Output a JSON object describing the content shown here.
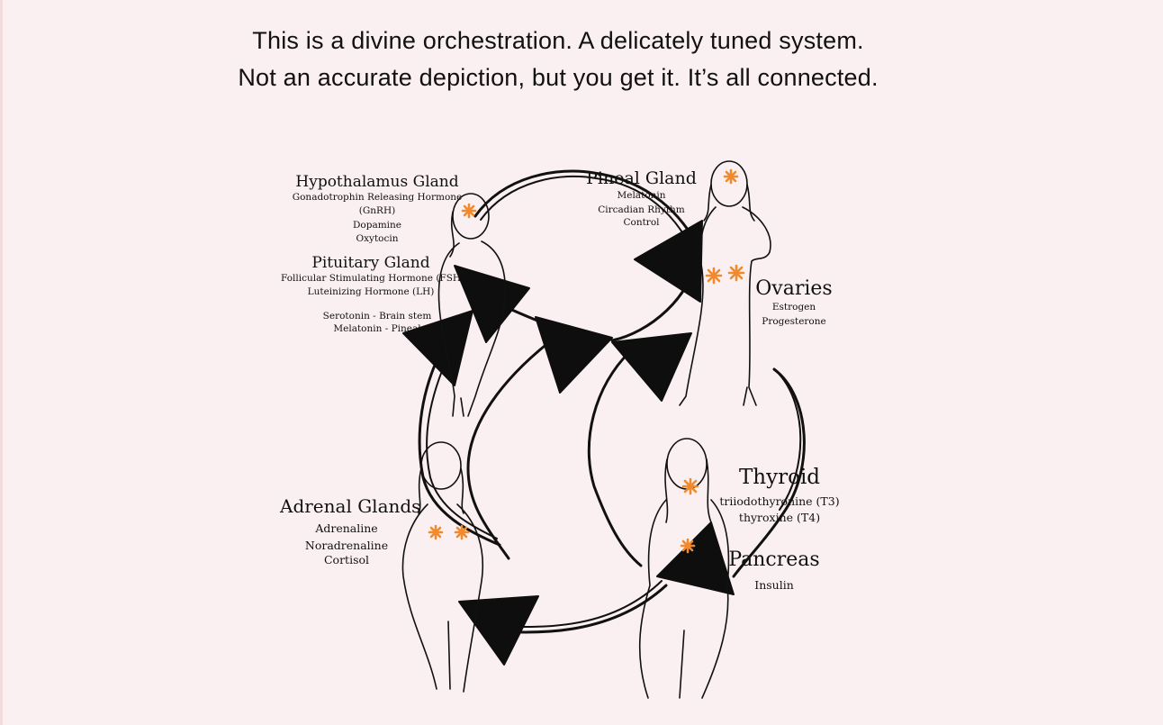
{
  "heading": {
    "line1": "This is a divine orchestration. A delicately tuned system.",
    "line2": "Not an accurate depiction, but you get it. It’s all connected."
  },
  "glands": {
    "hypothalamus": {
      "title": "Hypothalamus Gland",
      "items": [
        "Gonadotrophin Releasing Hormone",
        "(GnRH)",
        "Dopamine",
        "Oxytocin"
      ]
    },
    "pituitary": {
      "title": "Pituitary Gland",
      "items": [
        "Follicular Stimulating Hormone (FSH)",
        "Luteinizing Hormone  (LH)"
      ],
      "extra": [
        "Serotonin - Brain stem",
        "Melatonin - Pineal"
      ]
    },
    "pineal": {
      "title": "Pineal Gland",
      "items": [
        "Melatonin",
        "Circadian Rhythm",
        "Control"
      ]
    },
    "ovaries": {
      "title": "Ovaries",
      "items": [
        "Estrogen",
        "Progesterone"
      ]
    },
    "thyroid": {
      "title": "Thyroid",
      "items": [
        "triiodothyronine (T3)",
        "thyroxine (T4)"
      ]
    },
    "adrenal": {
      "title": "Adrenal Glands",
      "items": [
        "Adrenaline",
        "Noradrenaline",
        "Cortisol"
      ]
    },
    "pancreas": {
      "title": "Pancreas",
      "items": [
        "Insulin"
      ]
    }
  },
  "colors": {
    "background": "#fbf0f1",
    "ink": "#111111",
    "marker": "#f08a2c"
  }
}
